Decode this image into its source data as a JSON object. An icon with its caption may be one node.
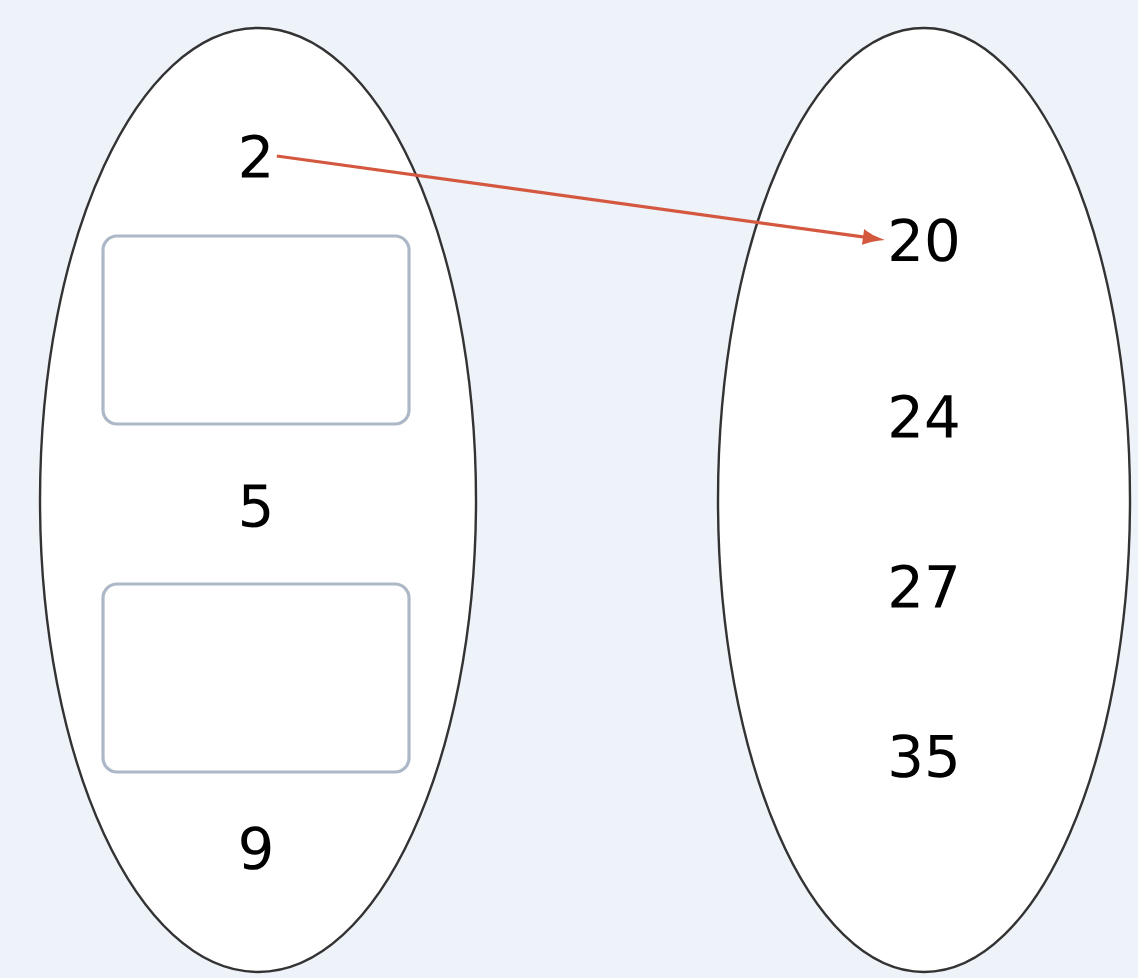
{
  "diagram": {
    "nodes": [
      {
        "text": [],
        "shape": "ellipse"
      },
      {
        "text": [
          "2"
        ],
        "in": 0
      },
      {
        "text": [],
        "shape": "box",
        "in": 0
      },
      {
        "text": [
          "5"
        ],
        "in": 0
      },
      {
        "text": [],
        "shape": "box",
        "in": 0
      },
      {
        "text": [
          "9"
        ],
        "in": 0
      },
      {
        "text": [],
        "shape": "ellipse"
      },
      {
        "text": [
          "20"
        ],
        "in": 6
      },
      {
        "text": [
          "24"
        ],
        "in": 6
      },
      {
        "text": [
          "27"
        ],
        "in": 6
      },
      {
        "text": [
          "35"
        ],
        "in": 6
      }
    ],
    "edges": [
      {
        "from": 1,
        "to": 7,
        "arrow": "to",
        "color": "#d4583f"
      }
    ]
  }
}
